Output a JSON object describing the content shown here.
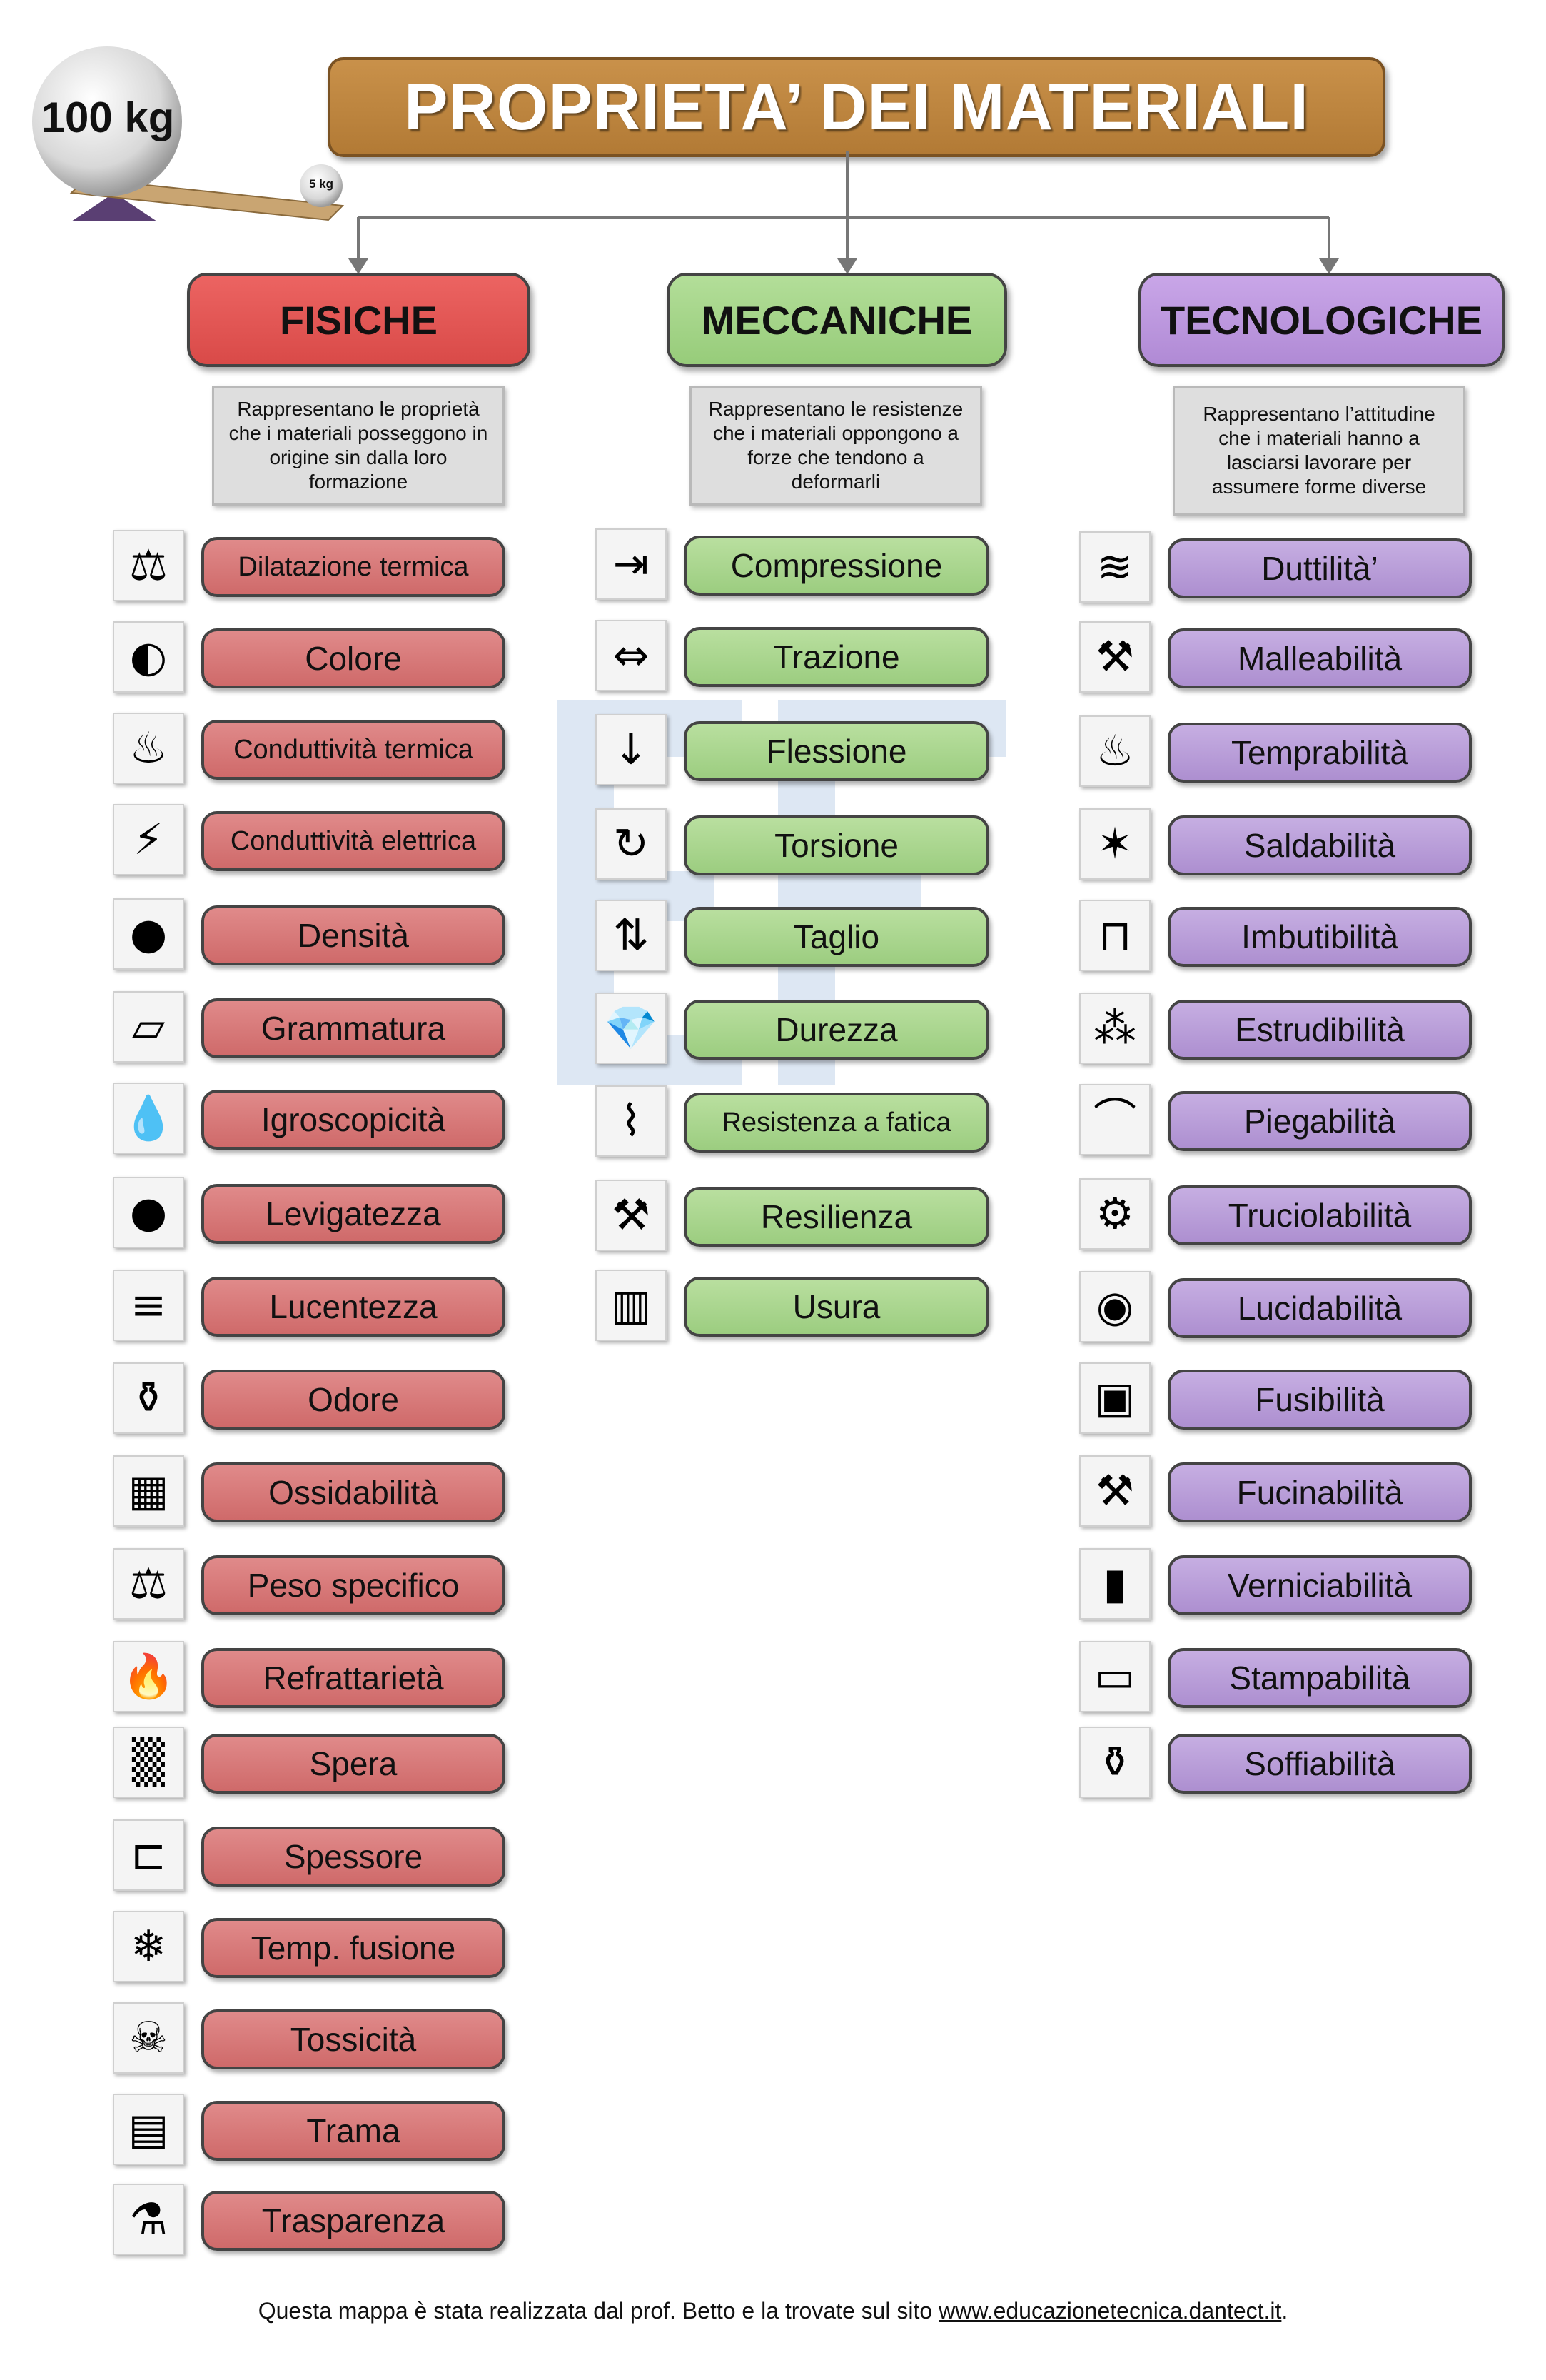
{
  "weight_logo": {
    "big": "100 kg",
    "small": "5 kg"
  },
  "title": "PROPRIETA’ DEI MATERIALI",
  "categories": [
    {
      "label": "FISICHE",
      "description": "Rappresentano le proprietà che i materiali posseggono in origine sin dalla loro formazione",
      "color": "#d94a48"
    },
    {
      "label": "MECCANICHE",
      "description": "Rappresentano le resistenze che i materiali oppongono a forze che tendono a deformarli",
      "color": "#97cc7a"
    },
    {
      "label": "TECNOLOGICHE",
      "description": "Rappresentano l’attitudine che i materiali hanno a lasciarsi lavorare per assumere forme diverse",
      "color": "#b08ad5"
    }
  ],
  "fisiche": [
    {
      "label": "Dilatazione termica",
      "icon": "thermal-expansion-icon",
      "glyph": "⚖"
    },
    {
      "label": "Colore",
      "icon": "color-wheel-icon",
      "glyph": "◐"
    },
    {
      "label": "Conduttività termica",
      "icon": "cooking-pot-icon",
      "glyph": "♨"
    },
    {
      "label": "Conduttività elettrica",
      "icon": "power-pylon-icon",
      "glyph": "⚡"
    },
    {
      "label": "Densità",
      "icon": "sponge-icon",
      "glyph": "●"
    },
    {
      "label": "Grammatura",
      "icon": "paper-stack-icon",
      "glyph": "▱"
    },
    {
      "label": "Igroscopicità",
      "icon": "water-drop-icon",
      "glyph": "💧"
    },
    {
      "label": "Levigatezza",
      "icon": "steel-ball-icon",
      "glyph": "●"
    },
    {
      "label": "Lucentezza",
      "icon": "steel-tubes-icon",
      "glyph": "≡"
    },
    {
      "label": "Odore",
      "icon": "perfume-bottle-icon",
      "glyph": "⚱"
    },
    {
      "label": "Ossidabilità",
      "icon": "rust-icon",
      "glyph": "▦"
    },
    {
      "label": "Peso specifico",
      "icon": "scale-icon",
      "glyph": "⚖"
    },
    {
      "label": "Refrattarietà",
      "icon": "fire-icon",
      "glyph": "🔥"
    },
    {
      "label": "Spera",
      "icon": "fiber-texture-icon",
      "glyph": "▒"
    },
    {
      "label": "Spessore",
      "icon": "micrometer-icon",
      "glyph": "⊏"
    },
    {
      "label": "Temp. fusione",
      "icon": "ice-cubes-icon",
      "glyph": "❄"
    },
    {
      "label": "Tossicità",
      "icon": "toxic-sign-icon",
      "glyph": "☠"
    },
    {
      "label": "Trama",
      "icon": "wood-grain-icon",
      "glyph": "▤"
    },
    {
      "label": "Trasparenza",
      "icon": "glass-bottles-icon",
      "glyph": "⚗"
    }
  ],
  "meccaniche": [
    {
      "label": "Compressione",
      "icon": "compression-icon",
      "glyph": "⇥"
    },
    {
      "label": "Trazione",
      "icon": "traction-icon",
      "glyph": "⇔"
    },
    {
      "label": "Flessione",
      "icon": "bending-icon",
      "glyph": "↓"
    },
    {
      "label": "Torsione",
      "icon": "torsion-icon",
      "glyph": "↻"
    },
    {
      "label": "Taglio",
      "icon": "shear-icon",
      "glyph": "⇅"
    },
    {
      "label": "Durezza",
      "icon": "diamond-icon",
      "glyph": "💎"
    },
    {
      "label": "Resistenza a fatica",
      "icon": "spring-icon",
      "glyph": "⌇"
    },
    {
      "label": "Resilienza",
      "icon": "hammer-glass-icon",
      "glyph": "⚒"
    },
    {
      "label": "Usura",
      "icon": "tire-icon",
      "glyph": "▥"
    }
  ],
  "tecnologiche": [
    {
      "label": "Duttilità’",
      "icon": "wire-bundle-icon",
      "glyph": "≋"
    },
    {
      "label": "Malleabilità",
      "icon": "forging-icon",
      "glyph": "⚒"
    },
    {
      "label": "Temprabilità",
      "icon": "quenching-icon",
      "glyph": "♨"
    },
    {
      "label": "Saldabilità",
      "icon": "welding-icon",
      "glyph": "✶"
    },
    {
      "label": "Imbutibilità",
      "icon": "deep-drawing-icon",
      "glyph": "⊓"
    },
    {
      "label": "Estrudibilità",
      "icon": "extrusion-icon",
      "glyph": "⁂"
    },
    {
      "label": "Piegabilità",
      "icon": "bent-sheet-icon",
      "glyph": "⌒"
    },
    {
      "label": "Truciolabilità",
      "icon": "milling-icon",
      "glyph": "⚙"
    },
    {
      "label": "Lucidabilità",
      "icon": "polisher-icon",
      "glyph": "◉"
    },
    {
      "label": "Fusibilità",
      "icon": "casting-icon",
      "glyph": "▣"
    },
    {
      "label": "Fucinabilità",
      "icon": "anvil-icon",
      "glyph": "⚒"
    },
    {
      "label": "Verniciabilità",
      "icon": "spray-can-icon",
      "glyph": "▮"
    },
    {
      "label": "Stampabilità",
      "icon": "molding-icon",
      "glyph": "▭"
    },
    {
      "label": "Soffiabilità",
      "icon": "blow-molding-icon",
      "glyph": "⚱"
    }
  ],
  "footer": {
    "text": "Questa mappa è stata realizzata dal prof. Betto e la trovate sul sito ",
    "link": "www.educazionetecnica.dantect.it",
    "end": "."
  }
}
